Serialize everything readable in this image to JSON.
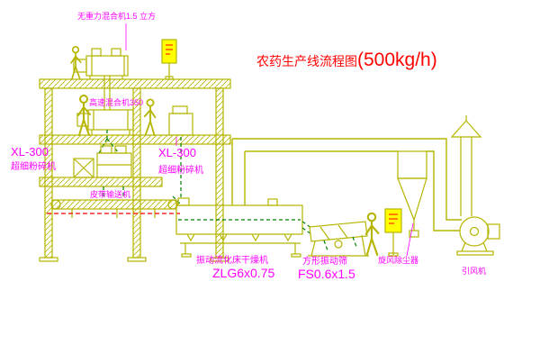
{
  "drawing": {
    "title": {
      "text": "农药生产线流程图",
      "capacity": "(500kg/h)"
    },
    "labels": {
      "gravity_mixer": "无重力混合机1.5 立方",
      "high_speed_mixer": "高速混合机350",
      "left_mill": {
        "model": "XL-300",
        "name": "超细粉碎机"
      },
      "mid_mill": {
        "model": "XL-300",
        "name": "超细粉碎机"
      },
      "belt_conveyor": "皮带输送机",
      "dryer": {
        "name": "振动流化床干燥机",
        "model": "ZLG6x0.75"
      },
      "screen": {
        "name": "方形振动筛",
        "model": "FS0.6x1.5"
      },
      "cyclone": "旋风除尘器",
      "fan": "引风机"
    },
    "colors": {
      "line": "#b5b500",
      "green": "#008000",
      "magenta": "#ff00ff",
      "red": "#ff0000",
      "cabinet_yellow": "#ffff00",
      "background": "#ffffff"
    }
  }
}
